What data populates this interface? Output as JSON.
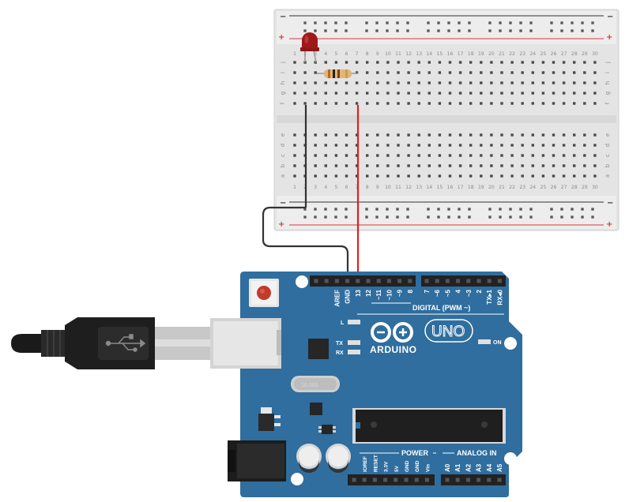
{
  "breadboard": {
    "rail_minus": "−",
    "rail_plus": "+",
    "rows_top": [
      "j",
      "i",
      "h",
      "g",
      "f"
    ],
    "rows_bottom": [
      "e",
      "d",
      "c",
      "b",
      "a"
    ],
    "columns": [
      "1",
      "2",
      "3",
      "4",
      "5",
      "6",
      "7",
      "8",
      "9",
      "10",
      "11",
      "12",
      "13",
      "14",
      "15",
      "16",
      "17",
      "18",
      "19",
      "20",
      "21",
      "22",
      "23",
      "24",
      "25",
      "26",
      "27",
      "28",
      "29",
      "30"
    ]
  },
  "arduino": {
    "brand": "ARDUINO",
    "model": "UNO",
    "digital_title": "DIGITAL (PWM ~)",
    "power_title": "POWER",
    "analog_title": "ANALOG IN",
    "led_l": "L",
    "led_tx": "TX",
    "led_rx": "RX",
    "led_on": "ON",
    "crystal": "16.000",
    "digital_pins": [
      "AREF",
      "GND",
      "13",
      "12",
      "~11",
      "~10",
      "~9",
      "8",
      "7",
      "~6",
      "~5",
      "4",
      "~3",
      "2",
      "TX▸1",
      "RX◂0"
    ],
    "power_pins": [
      "IOREF",
      "RESET",
      "3.3V",
      "5V",
      "GND",
      "GND",
      "Vin"
    ],
    "analog_pins": [
      "A0",
      "A1",
      "A2",
      "A3",
      "A4",
      "A5"
    ]
  },
  "colors": {
    "board_blue": "#2f6e9e",
    "rail_red": "#d9363e",
    "rail_black": "#333333",
    "wire_red": "#e02020",
    "wire_black": "#333333",
    "led_red": "#9e1a1a"
  }
}
